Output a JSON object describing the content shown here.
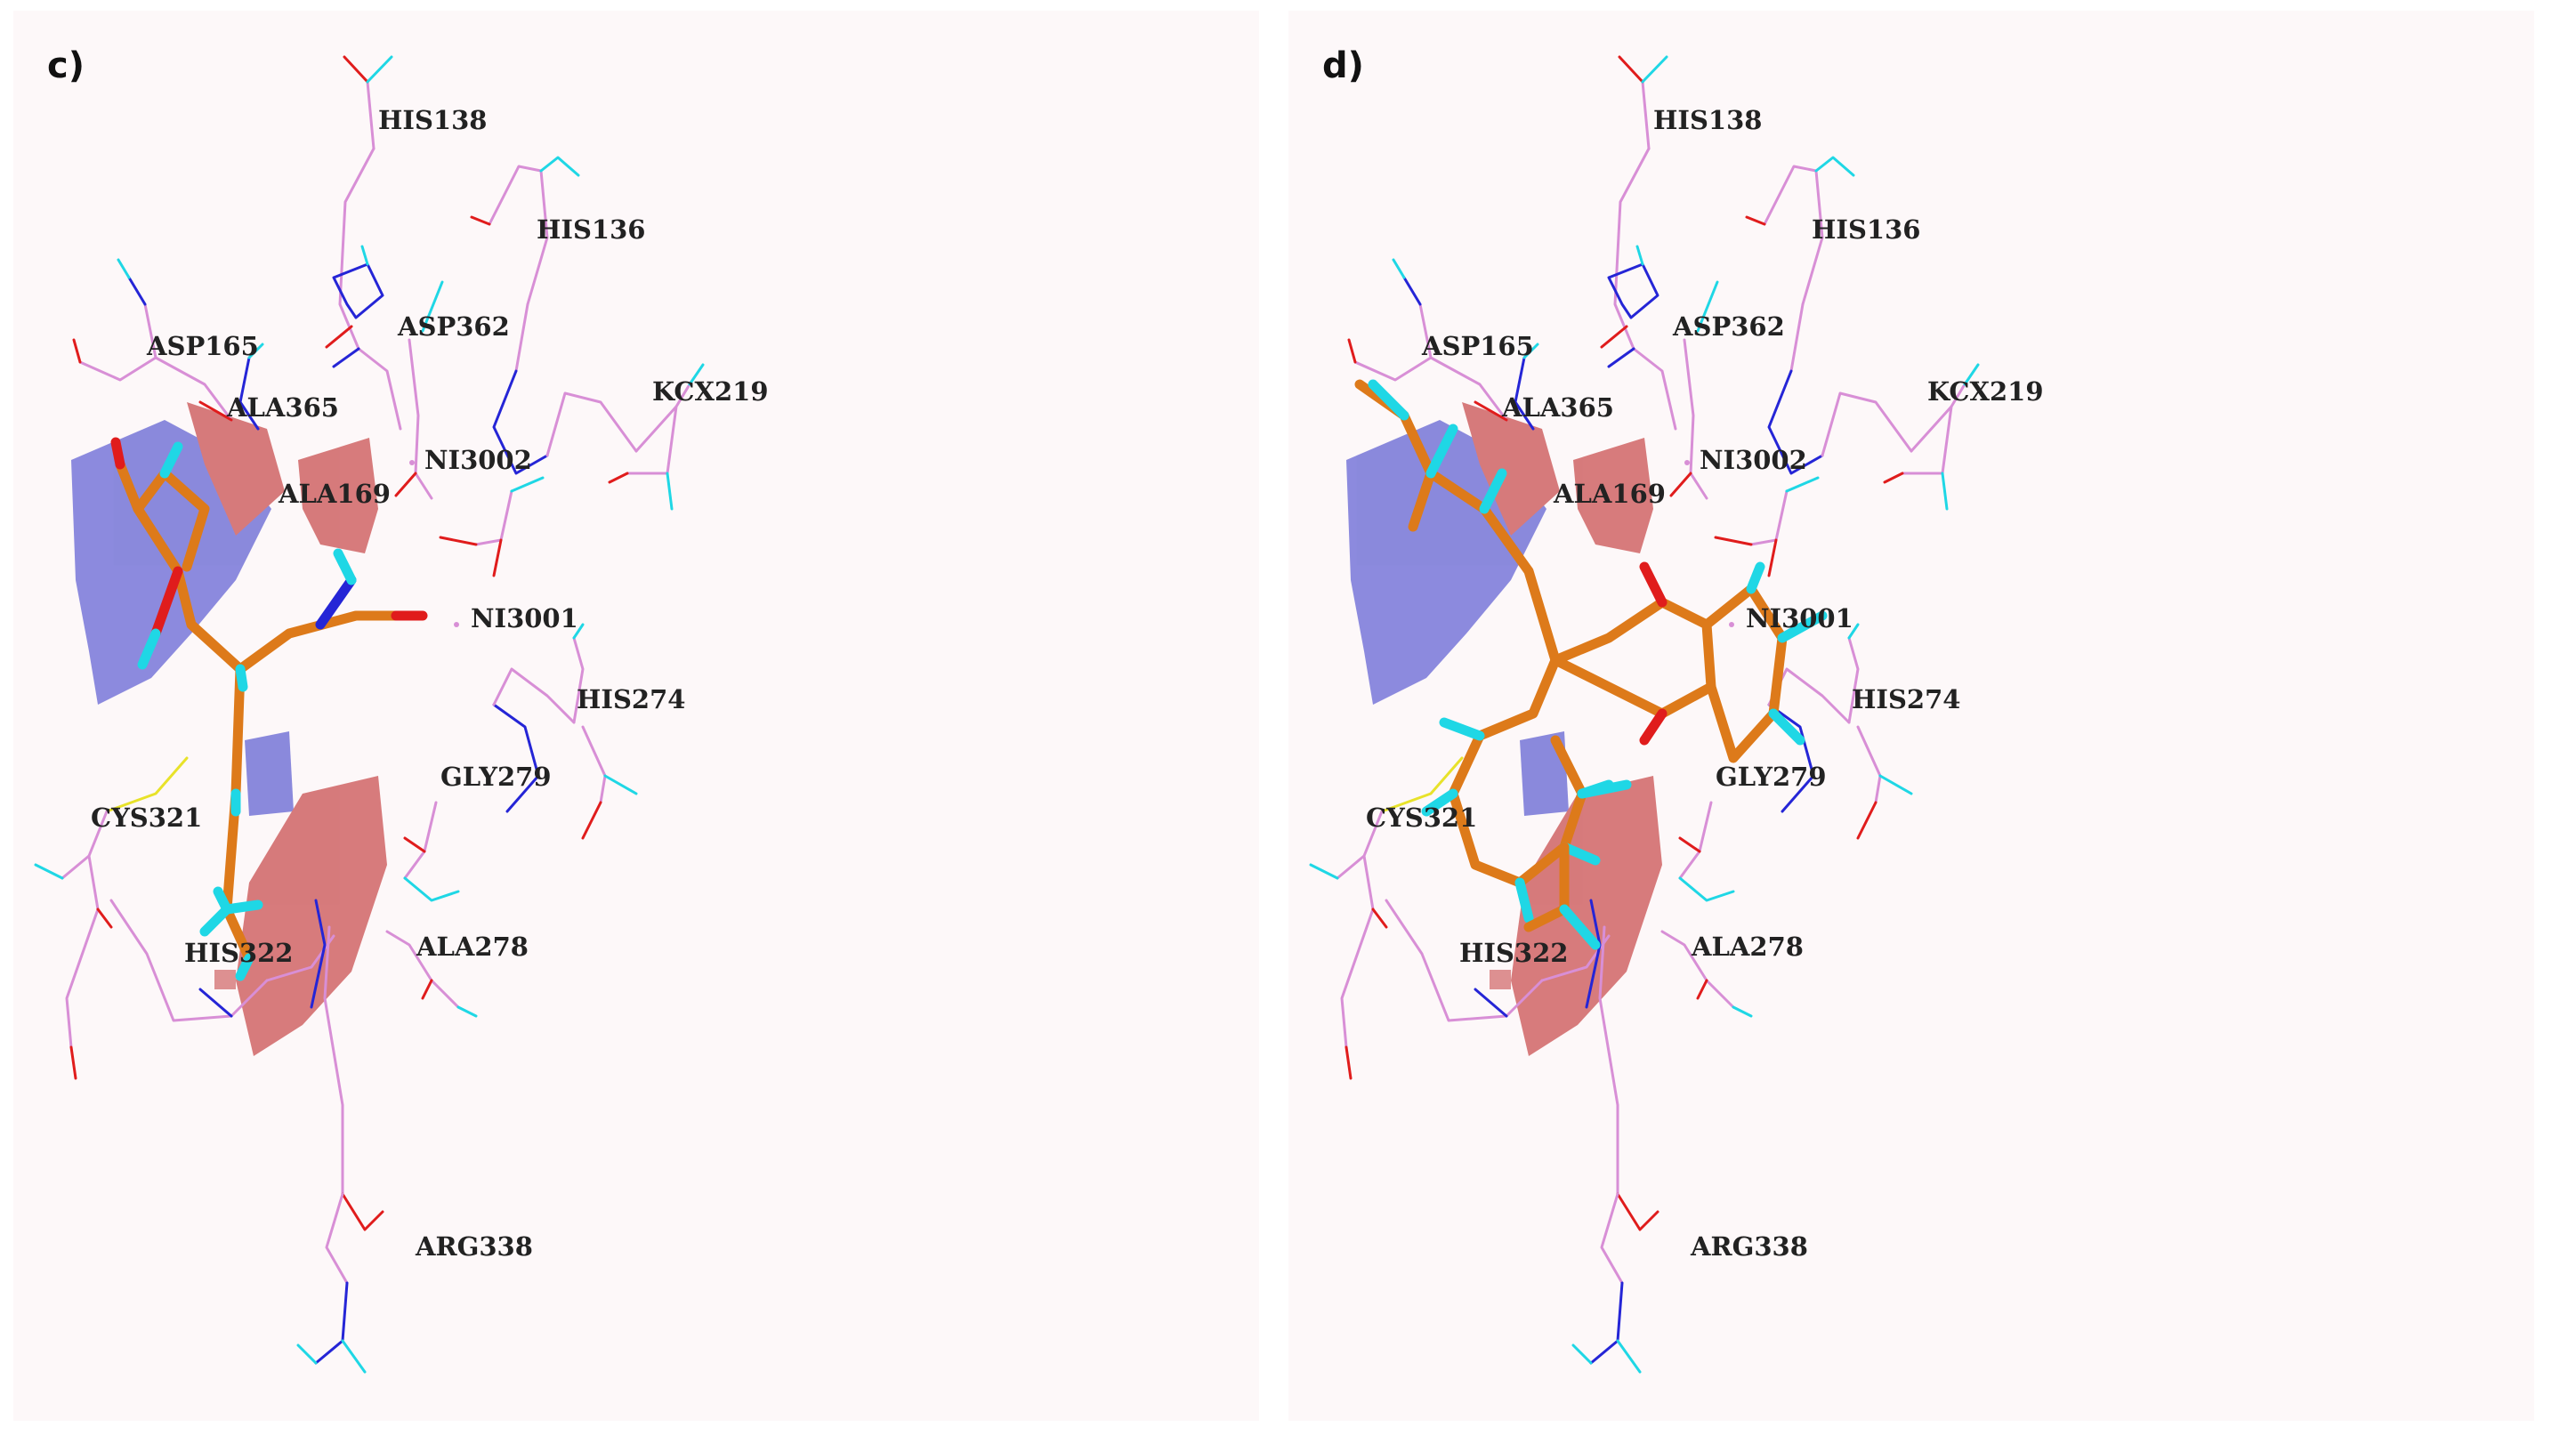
{
  "colors": {
    "background": "#fdf8f9",
    "protein": "#d88fd6",
    "nitrogen": "#2525d6",
    "hydrogen": "#1fd7e5",
    "oxygen": "#e01c1c",
    "sulfur": "#e8e22a",
    "ligand": "#dd7a1a",
    "map_blue": "#5f5fd2",
    "map_red": "#c84b4b"
  },
  "panels": [
    {
      "label": "c)",
      "ligand_icon": "small-ligand-stick-model",
      "residues": [
        "HIS138",
        "HIS136",
        "ASP165",
        "ASP362",
        "KCX219",
        "ALA365",
        "NI3002",
        "ALA169",
        "NI3001",
        "HIS274",
        "GLY279",
        "CYS321",
        "ALA278",
        "HIS322",
        "ARG338"
      ]
    },
    {
      "label": "d)",
      "ligand_icon": "large-fused-ring-ligand-stick-model",
      "residues": [
        "HIS138",
        "HIS136",
        "ASP165",
        "ASP362",
        "KCX219",
        "ALA365",
        "NI3002",
        "ALA169",
        "NI3001",
        "HIS274",
        "GLY279",
        "CYS321",
        "ALA278",
        "HIS322",
        "ARG338"
      ]
    }
  ]
}
